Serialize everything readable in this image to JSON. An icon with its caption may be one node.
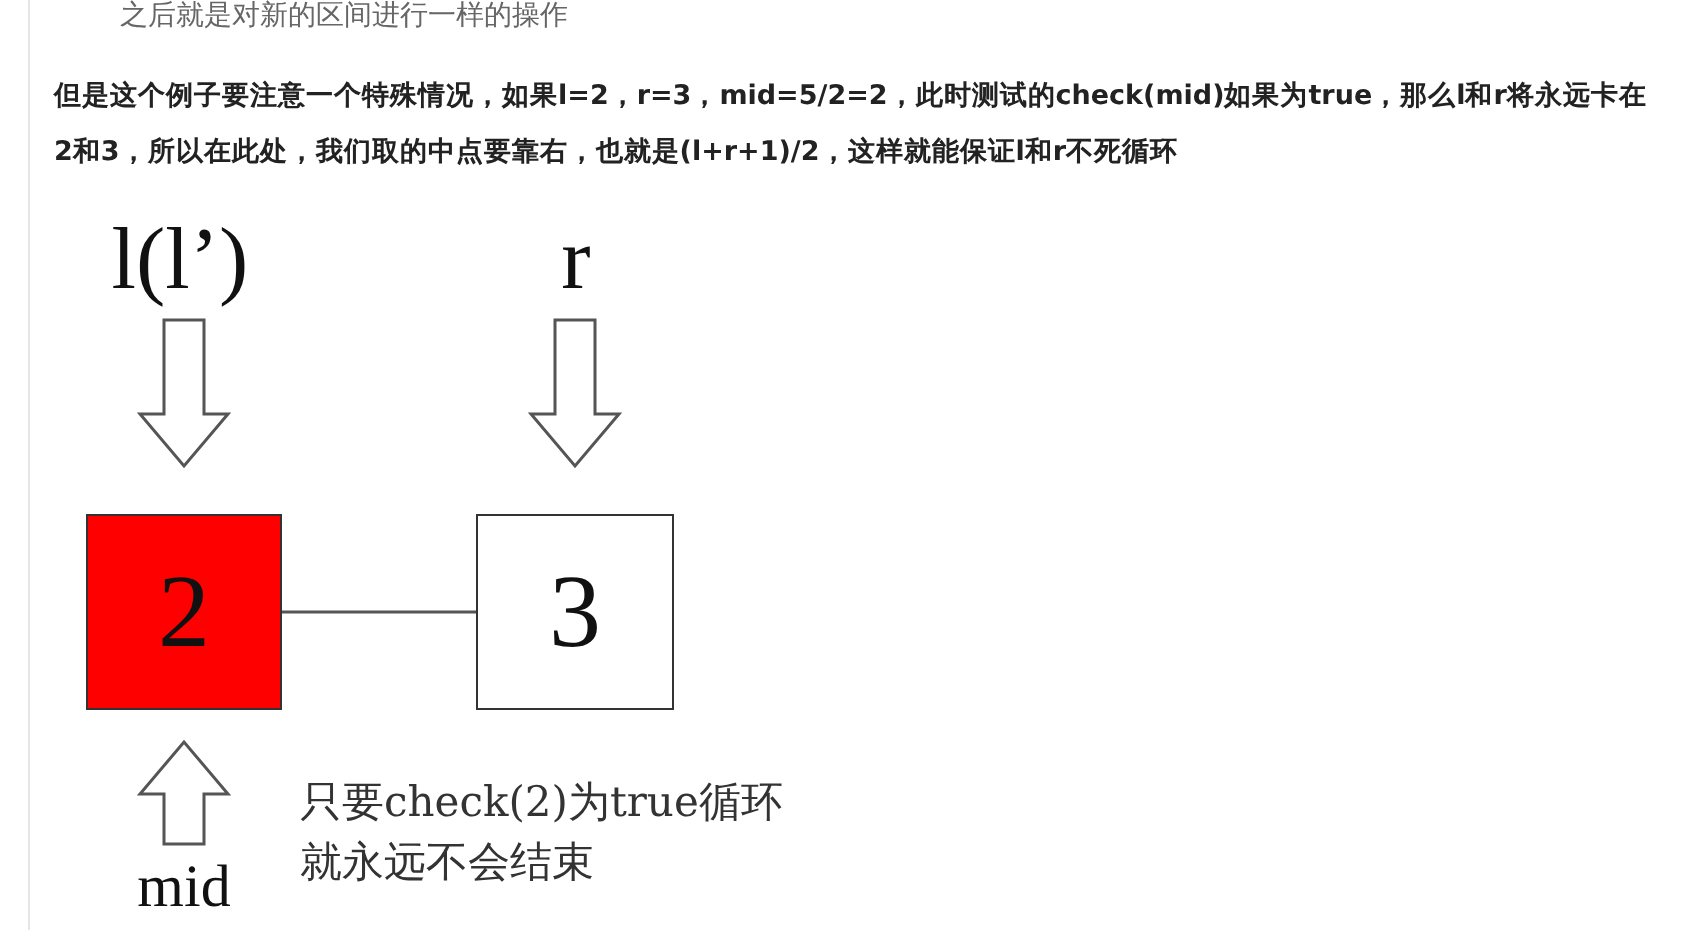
{
  "diagram": {
    "nodes": [
      {
        "text": [
          "l(l’)"
        ]
      },
      {
        "text": [
          "r"
        ]
      },
      {
        "text": [
          "2"
        ]
      },
      {
        "text": [
          "3"
        ]
      },
      {
        "text": [
          "mid"
        ]
      }
    ],
    "edges": [
      {
        "from": 0,
        "to": 2,
        "arrow": "to"
      },
      {
        "from": 1,
        "to": 3,
        "arrow": "to"
      },
      {
        "from": 4,
        "to": 2,
        "arrow": "to"
      },
      {
        "from": 2,
        "to": 3,
        "arrow": "none"
      }
    ],
    "labels": [
      "之后就是对新的区间进行一样的操作",
      "但是这个例子要注意一个特殊情况，如果l=2，r=3，mid=5/2=2，此时测试的check(mid)如果为true，那么l和r将永远卡在2和3，所以在此处，我们取的中点要靠右，也就是(l+r+1)/2，这样就能保证l和r不死循环",
      "只要check(2)为true循环就永远不会结束"
    ]
  }
}
